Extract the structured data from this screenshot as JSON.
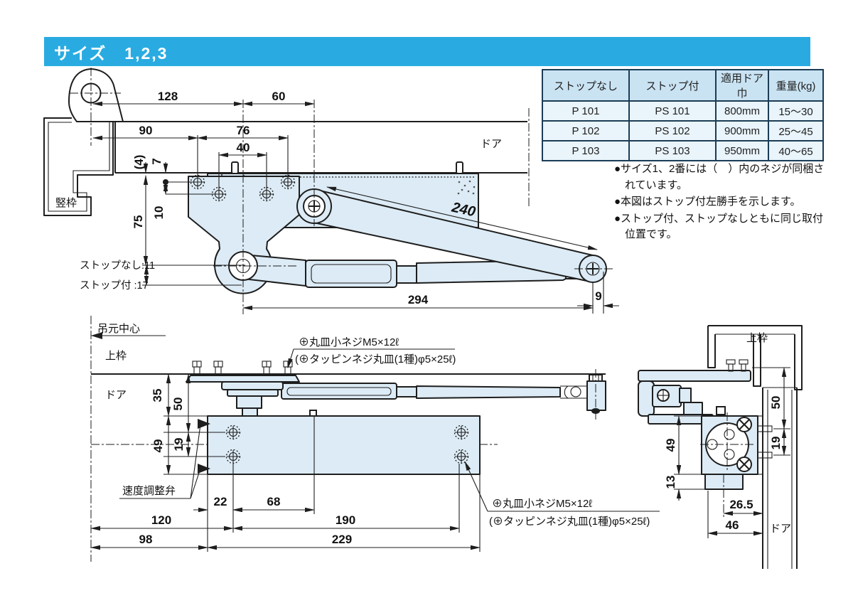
{
  "header": {
    "title": "サイズ　1,2,3"
  },
  "table": {
    "headers": [
      "ストップなし",
      "ストップ付",
      "適用ドア巾",
      "重量(kg)"
    ],
    "rows": [
      [
        "P 101",
        "PS 101",
        "800mm",
        "15〜30"
      ],
      [
        "P 102",
        "PS 102",
        "900mm",
        "25〜45"
      ],
      [
        "P 103",
        "PS 103",
        "950mm",
        "40〜65"
      ]
    ]
  },
  "notes": [
    "●サイズ1、2番には（　）内のネジが同梱されています。",
    "●本図はストップ付左勝手を示します。",
    "●ストップ付、ストップなしともに同じ取付位置です。"
  ],
  "top_view": {
    "frame_label": "竪枠",
    "door_label": "ドア",
    "dim_128": "128",
    "dim_60": "60",
    "dim_90": "90",
    "dim_76": "76",
    "dim_40": "40",
    "dim_4": "(4)",
    "dim_7": "7",
    "dim_75": "75",
    "dim_10": "10",
    "dim_240": "240",
    "dim_294": "294",
    "dim_9": "9",
    "stop_none": "ストップなし:11",
    "stop_with": "ストップ付 :17"
  },
  "front_view": {
    "hinge_center": "吊元中心",
    "top_frame": "上枠",
    "door": "ドア",
    "valve": "速度調整弁",
    "dim_35": "35",
    "dim_50": "50",
    "dim_49": "49",
    "dim_19": "19",
    "dim_22": "22",
    "dim_68": "68",
    "dim_120": "120",
    "dim_190": "190",
    "dim_98": "98",
    "dim_229": "229",
    "screw1_line1": "⊕丸皿小ネジM5×12ℓ",
    "screw1_line2": "(⊕タッピンネジ丸皿(1種)φ5×25ℓ)",
    "screw2_line1": "⊕丸皿小ネジM5×12ℓ",
    "screw2_line2": "(⊕タッピンネジ丸皿(1種)φ5×25ℓ)"
  },
  "side_view": {
    "top_frame": "上枠",
    "door": "ドア",
    "dim_50": "50",
    "dim_19": "19",
    "dim_49": "49",
    "dim_13": "13",
    "dim_26_5": "26.5",
    "dim_46": "46"
  },
  "colors": {
    "accent": "#29abe2",
    "table_header_bg": "#c9e3f3",
    "table_cell_bg": "#e9f4fb",
    "table_border": "#1c3c55",
    "line": "#1e1e1e",
    "body_fill": "#dcebf5"
  }
}
